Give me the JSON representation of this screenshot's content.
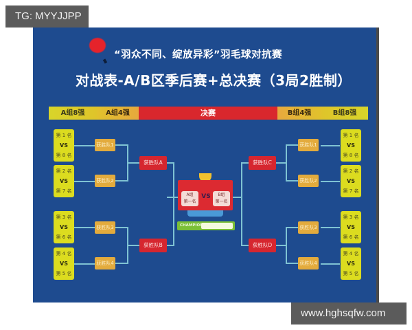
{
  "watermarks": {
    "top_left": "TG: MYYJJPP",
    "bottom_right": "www.hghsqfw.com"
  },
  "poster": {
    "title_line1": "“羽众不同、绽放异彩”羽毛球对抗赛",
    "title_line2": "对战表-A/B区季后赛+总决赛（3局2胜制）",
    "colors": {
      "background": "#1e4b8f",
      "final_red": "#d9272d",
      "seed_yellow": "#dcdc1f",
      "winner_orange": "#e3ab3d",
      "connector": "#7fc3d3",
      "champion_green": "#7bbf36"
    },
    "header_bar": {
      "a8": "A组8强",
      "a4": "A组4强",
      "final": "决赛",
      "b4": "B组4强",
      "b8": "B组8强"
    },
    "left": {
      "seeds": [
        {
          "top": "第 1 名",
          "vs": "VS",
          "bottom": "第 8 名"
        },
        {
          "top": "第 2 名",
          "vs": "VS",
          "bottom": "第 7 名"
        },
        {
          "top": "第 3 名",
          "vs": "VS",
          "bottom": "第 6 名"
        },
        {
          "top": "第 4 名",
          "vs": "VS",
          "bottom": "第 5 名"
        }
      ],
      "winners": [
        "获胜队1",
        "获胜队2",
        "获胜队3",
        "获胜队4"
      ],
      "semis": [
        "获胜队A",
        "获胜队B"
      ]
    },
    "right": {
      "seeds": [
        {
          "top": "第 1 名",
          "vs": "VS",
          "bottom": "第 8 名"
        },
        {
          "top": "第 2 名",
          "vs": "VS",
          "bottom": "第 7 名"
        },
        {
          "top": "第 3 名",
          "vs": "VS",
          "bottom": "第 6 名"
        },
        {
          "top": "第 4 名",
          "vs": "VS",
          "bottom": "第 5 名"
        }
      ],
      "winners": [
        "获胜队1",
        "获胜队2",
        "获胜队3",
        "获胜队4"
      ],
      "semis": [
        "获胜队C",
        "获胜队D"
      ]
    },
    "final": {
      "team_a_line1": "A组",
      "team_a_line2": "第一名",
      "vs": "VS",
      "team_b_line1": "B组",
      "team_b_line2": "第一名",
      "champion_label": "CHAMPION",
      "champion_value": ""
    }
  }
}
